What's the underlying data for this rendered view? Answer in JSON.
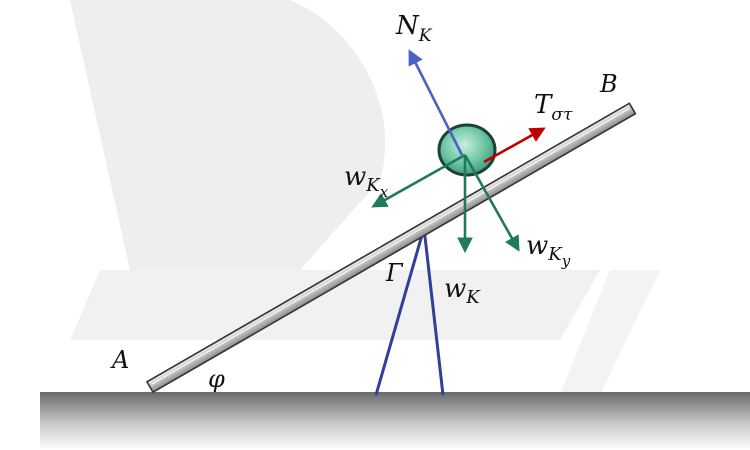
{
  "labels": {
    "point_a": "A",
    "point_b": "B",
    "angle": "φ",
    "pivot": "Γ",
    "normal_force": {
      "base": "N",
      "sub": "K"
    },
    "friction": {
      "base": "T",
      "sub": "στ"
    },
    "weight": {
      "base": "w",
      "sub": "K"
    },
    "weight_x": {
      "base": "w",
      "sub": "K",
      "subsub": "x"
    },
    "weight_y": {
      "base": "w",
      "sub": "K",
      "subsub": "y"
    }
  },
  "colors": {
    "normal_force": "#4a62c8",
    "friction": "#c00000",
    "weight_components": "#1f7a5c",
    "support": "#2f3f9a",
    "ball_fill": "#6fc7a5",
    "ball_stroke": "#1f3f3a",
    "watermark": "#eeeeee"
  }
}
